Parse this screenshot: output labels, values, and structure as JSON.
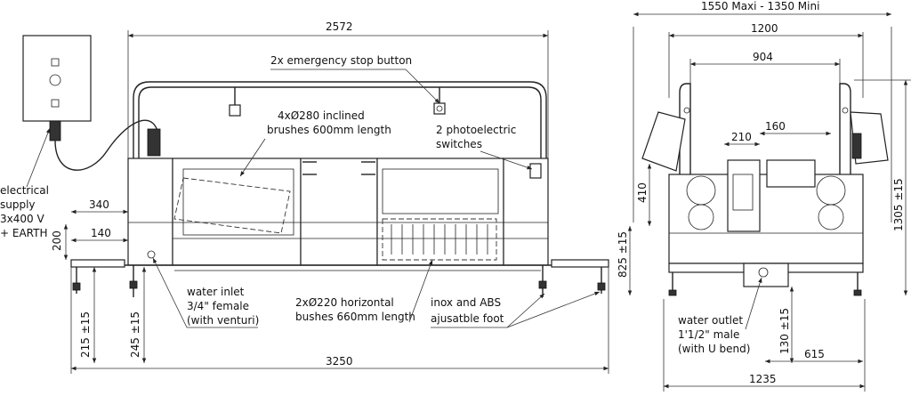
{
  "dimensions": {
    "overall_length_top": "2572",
    "overall_length_bottom": "3250",
    "d340": "340",
    "d140": "140",
    "d200": "200",
    "d215": "215 ±15",
    "d245": "245 ±15",
    "width_maxi_mini": "1550 Maxi - 1350 Mini",
    "w1200": "1200",
    "w904": "904",
    "w210": "210",
    "w160": "160",
    "h410": "410",
    "h825": "825 ±15",
    "h1305": "1305 ±15",
    "h130": "130 ±15",
    "w615": "615",
    "w1235": "1235"
  },
  "callouts": {
    "emergency": "2x emergency stop button",
    "brushes_inclined_1": "4xØ280 inclined",
    "brushes_inclined_2": "brushes 600mm length",
    "photo_1": "2 photoelectric",
    "photo_2": "switches",
    "supply_1": "electrical",
    "supply_2": "supply",
    "supply_3": "3x400 V",
    "supply_4": "+ EARTH",
    "water_in_1": "water inlet",
    "water_in_2": "3/4\" female",
    "water_in_3": "(with venturi)",
    "brushes_h_1": "2xØ220 horizontal",
    "brushes_h_2": "bushes 660mm length",
    "foot_1": "inox and ABS",
    "foot_2": "ajusatble foot",
    "water_out_1": "water outlet",
    "water_out_2": "1'1/2\" male",
    "water_out_3": "(with U bend)"
  }
}
